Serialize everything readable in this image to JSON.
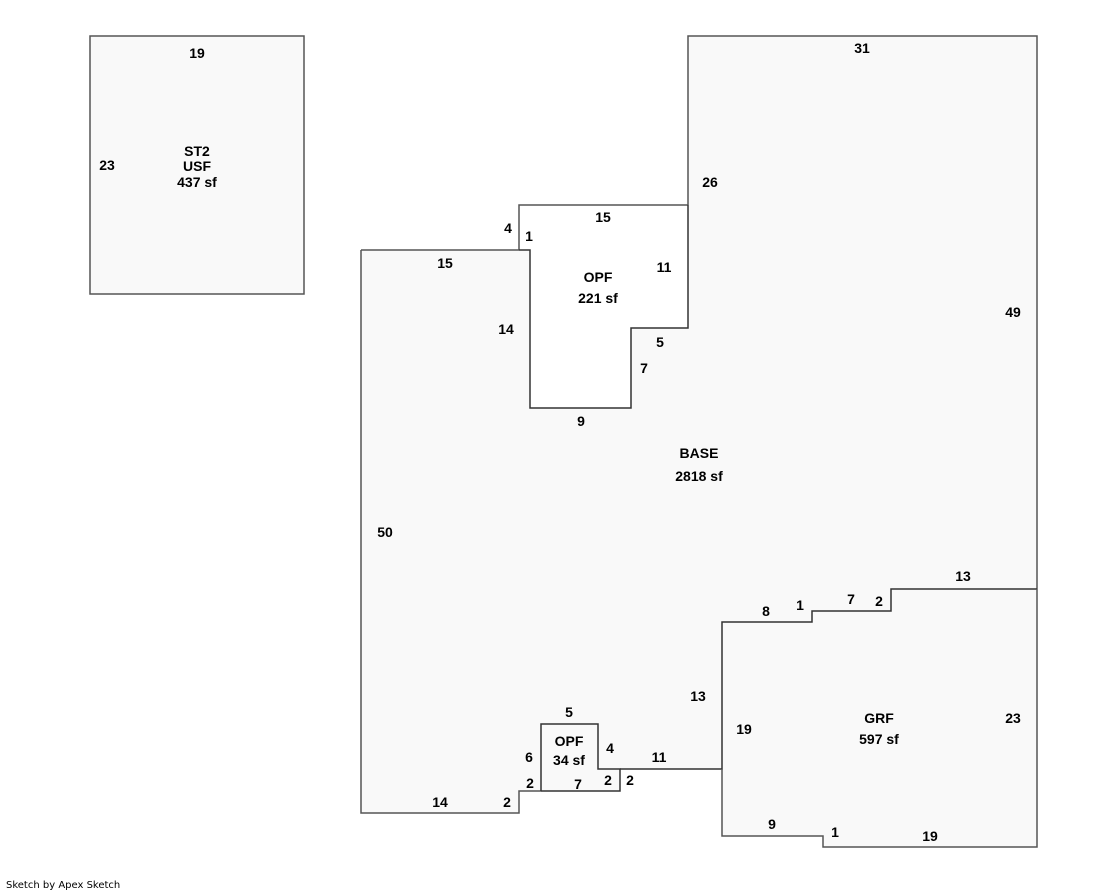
{
  "footer": "Sketch by Apex Sketch",
  "areas": {
    "st2": {
      "code": "ST2",
      "type": "USF",
      "size": "437 sf"
    },
    "base": {
      "code": "BASE",
      "size": "2818 sf"
    },
    "opf_top": {
      "code": "OPF",
      "size": "221 sf"
    },
    "opf_bottom": {
      "code": "OPF",
      "size": "34 sf"
    },
    "grf": {
      "code": "GRF",
      "size": "597 sf"
    }
  },
  "dimensions": {
    "st2_top": "19",
    "st2_left": "23",
    "base_top_right": "31",
    "base_right": "49",
    "base_upper_left_step": "26",
    "base_left_top": "15",
    "base_left": "50",
    "base_bottom_left": "14",
    "base_bottom_step": "2",
    "opf_top_top": "15",
    "opf_top_left_a": "4",
    "opf_top_left_b": "1",
    "opf_top_right": "11",
    "opf_top_left": "14",
    "opf_top_bottom": "9",
    "opf_top_step_h": "5",
    "opf_top_step_v": "7",
    "opf_bot_top": "5",
    "opf_bot_left": "6",
    "opf_bot_right": "4",
    "opf_bot_bottom": "7",
    "opf_bot_step_a": "2",
    "opf_bot_step_b": "2",
    "opf_bot_step_c": "2",
    "base_bottom_mid": "11",
    "base_grf_left": "13",
    "grf_top_a": "8",
    "grf_top_b": "1",
    "grf_top_c": "7",
    "grf_top_d": "2",
    "grf_top_e": "13",
    "grf_left": "19",
    "grf_right": "23",
    "grf_bottom_a": "9",
    "grf_bottom_b": "1",
    "grf_bottom_c": "19"
  }
}
